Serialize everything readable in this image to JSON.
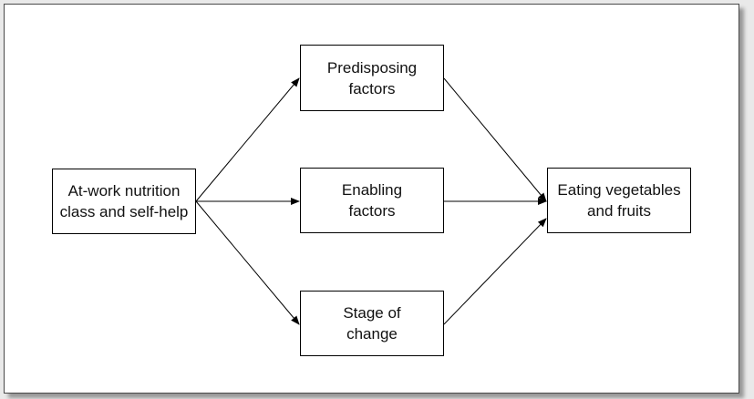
{
  "diagram": {
    "nodes": {
      "intervention": {
        "label": "At-work nutrition\nclass and self-help"
      },
      "predisposing": {
        "label": "Predisposing\nfactors"
      },
      "enabling": {
        "label": "Enabling\nfactors"
      },
      "stage": {
        "label": "Stage of\nchange"
      },
      "outcome": {
        "label": "Eating vegetables\nand fruits"
      }
    },
    "edges": [
      {
        "from": "intervention",
        "to": "predisposing"
      },
      {
        "from": "intervention",
        "to": "enabling"
      },
      {
        "from": "intervention",
        "to": "stage"
      },
      {
        "from": "predisposing",
        "to": "outcome"
      },
      {
        "from": "enabling",
        "to": "outcome"
      },
      {
        "from": "stage",
        "to": "outcome"
      }
    ]
  }
}
